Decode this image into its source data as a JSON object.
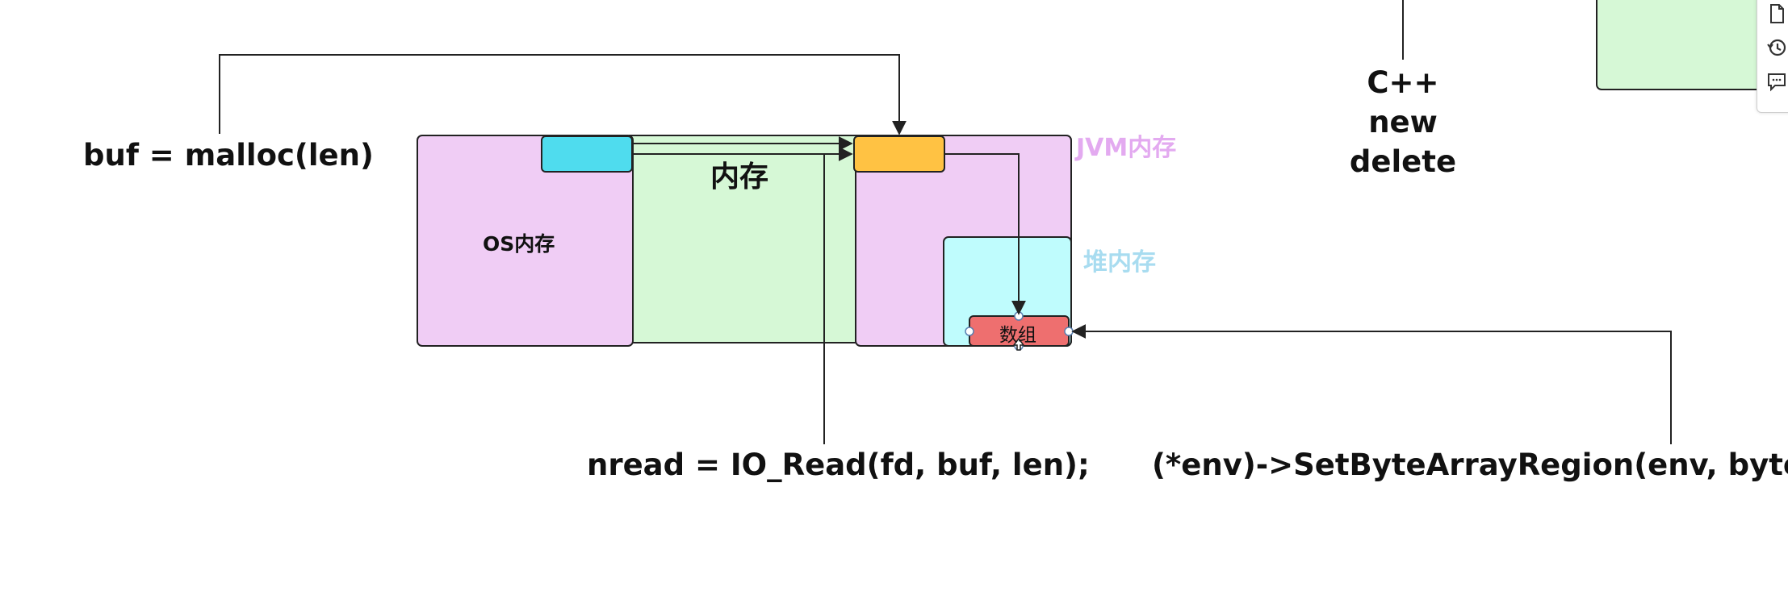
{
  "labels": {
    "buf_malloc": "buf = malloc(len)",
    "nread": "nread = IO_Read(fd, buf, len);",
    "set_region": "(*env)->SetByteArrayRegion(env, bytes,",
    "cpp_title": "C++",
    "cpp_new": "new",
    "cpp_delete": "delete"
  },
  "boxes": {
    "os_memory": "OS内存",
    "memory": "内存",
    "jvm_memory": "JVM内存",
    "heap_memory": "堆内存",
    "array": "数组"
  },
  "colors": {
    "os_fill": "#f0cdf5",
    "memory_fill": "#d6f8d6",
    "jvm_fill": "#f0cdf5",
    "heap_fill": "#bffcfd",
    "array_fill": "#ee6f6f",
    "cyan_block": "#4fdcee",
    "orange_block": "#ffc243",
    "jvm_label": "#e3aaf0",
    "heap_label": "#a8dcf0",
    "stroke": "#222222"
  },
  "toolbar": {
    "icons": [
      "page-icon",
      "history-icon",
      "comment-icon"
    ]
  }
}
